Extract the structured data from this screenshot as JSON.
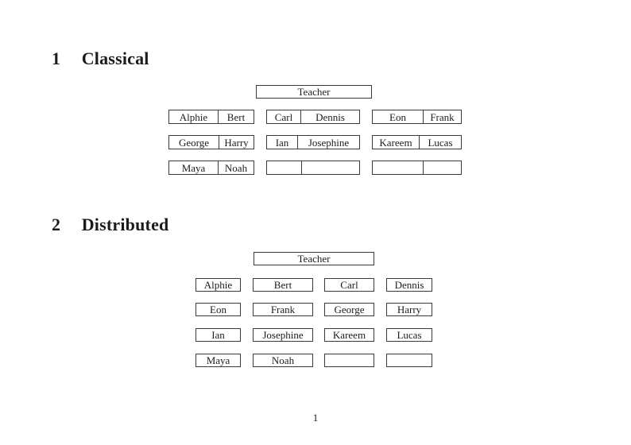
{
  "document": {
    "page_number": "1"
  },
  "sections": {
    "classical": {
      "number": "1",
      "title": "Classical",
      "teacher_label": "Teacher",
      "desk_rows": [
        {
          "desks": [
            {
              "cells": [
                "Alphie",
                "Bert"
              ]
            },
            {
              "cells": [
                "Carl",
                "Dennis"
              ]
            },
            {
              "cells": [
                "Eon",
                "Frank"
              ]
            }
          ]
        },
        {
          "desks": [
            {
              "cells": [
                "George",
                "Harry"
              ]
            },
            {
              "cells": [
                "Ian",
                "Josephine"
              ]
            },
            {
              "cells": [
                "Kareem",
                "Lucas"
              ]
            }
          ]
        },
        {
          "desks": [
            {
              "cells": [
                "Maya",
                "Noah"
              ]
            },
            {
              "cells": [
                "",
                ""
              ]
            },
            {
              "cells": [
                "",
                ""
              ]
            }
          ]
        }
      ]
    },
    "distributed": {
      "number": "2",
      "title": "Distributed",
      "teacher_label": "Teacher",
      "desk_rows": [
        {
          "desks": [
            {
              "cells": [
                "Alphie"
              ]
            },
            {
              "cells": [
                "Bert"
              ]
            },
            {
              "cells": [
                "Carl"
              ]
            },
            {
              "cells": [
                "Dennis"
              ]
            }
          ]
        },
        {
          "desks": [
            {
              "cells": [
                "Eon"
              ]
            },
            {
              "cells": [
                "Frank"
              ]
            },
            {
              "cells": [
                "George"
              ]
            },
            {
              "cells": [
                "Harry"
              ]
            }
          ]
        },
        {
          "desks": [
            {
              "cells": [
                "Ian"
              ]
            },
            {
              "cells": [
                "Josephine"
              ]
            },
            {
              "cells": [
                "Kareem"
              ]
            },
            {
              "cells": [
                "Lucas"
              ]
            }
          ]
        },
        {
          "desks": [
            {
              "cells": [
                "Maya"
              ]
            },
            {
              "cells": [
                "Noah"
              ]
            },
            {
              "cells": [
                ""
              ]
            },
            {
              "cells": [
                ""
              ]
            }
          ]
        }
      ]
    }
  },
  "colors": {
    "page_background": "#ffffff",
    "text": "#1c1c1c",
    "box_border": "#3a3a3a"
  }
}
